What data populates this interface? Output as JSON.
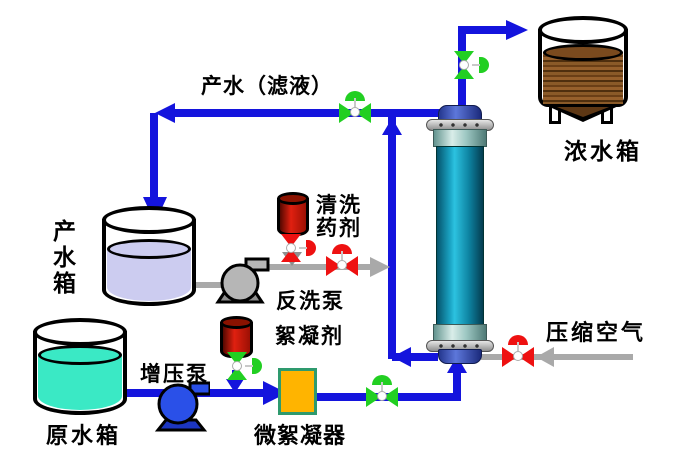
{
  "diagram": {
    "title": "membrane-filtration-process-flow",
    "labels": {
      "product_line": "产水（滤液）",
      "concentrate_tank": "浓水箱",
      "product_tank": "产水箱",
      "cleaning_agent": "清洗药剂",
      "backwash_pump": "反洗泵",
      "flocculant": "絮凝剂",
      "booster_pump": "增压泵",
      "raw_tank": "原水箱",
      "micro_flocculator": "微絮凝器",
      "compressed_air": "压缩空气"
    },
    "colors": {
      "pipe_blue": "#1414dd",
      "pipe_gray": "#a9a9a9",
      "valve_green": "#22cf22",
      "valve_red": "#ee1111",
      "product_liquid": "#ccccf0",
      "raw_liquid": "#3ae9c5",
      "concentrate_liquid": "#7a4a1e",
      "flocculator_fill": "#ffb400",
      "flocculator_border": "#2e9a6e",
      "chemical_red_dark": "#8a1200",
      "pump_blue": "#2a50e8",
      "pump_blue_dark": "#1c36c0",
      "pump_gray": "#b6b6b6",
      "pump_gray_dark": "#8f8f8f"
    }
  }
}
